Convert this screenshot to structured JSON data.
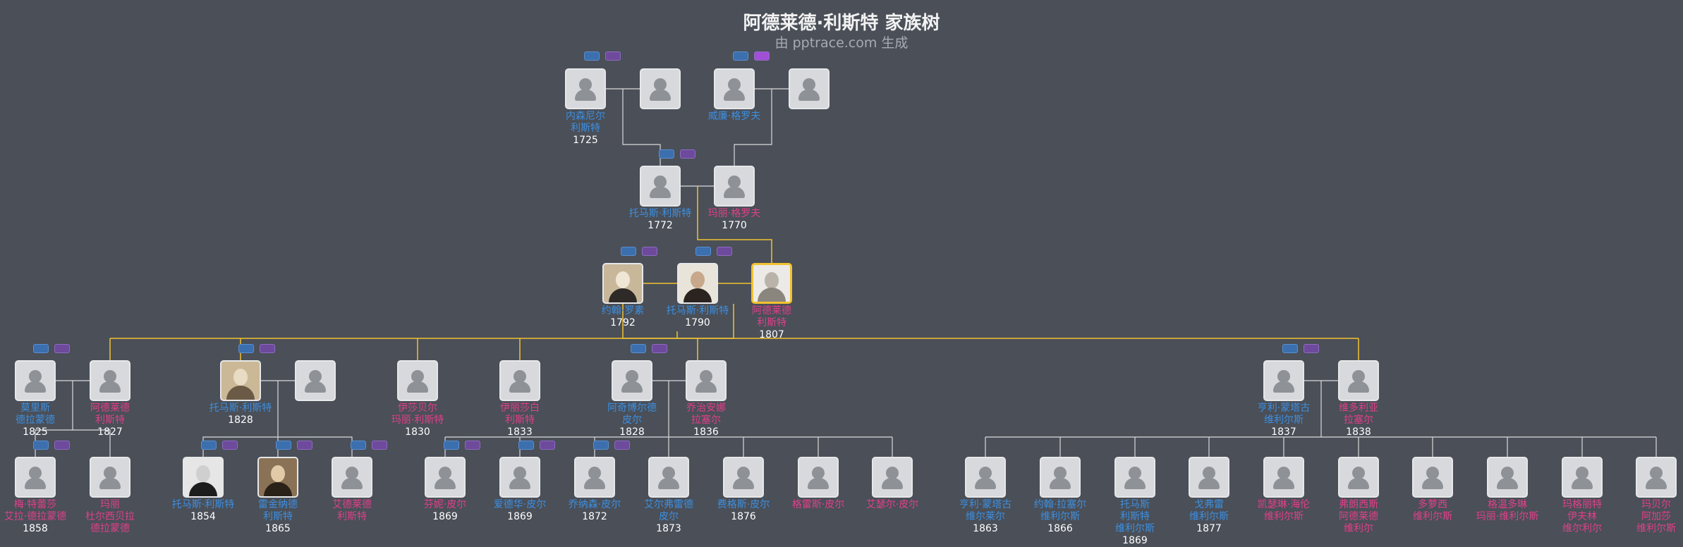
{
  "title": "阿德莱德·利斯特 家族树",
  "subtitle": "由 pptrace.com 生成",
  "people": [
    {
      "id": "p1",
      "name": [
        "内森尼尔",
        "利斯特"
      ],
      "year": "1725",
      "gender": "m",
      "photo": "none"
    },
    {
      "id": "p2",
      "name": [],
      "year": "",
      "gender": "f",
      "photo": "none"
    },
    {
      "id": "p3",
      "name": [
        "威廉·格罗夫"
      ],
      "year": "",
      "gender": "m",
      "photo": "none"
    },
    {
      "id": "p4",
      "name": [],
      "year": "",
      "gender": "f",
      "photo": "none"
    },
    {
      "id": "p5",
      "name": [
        "托马斯·利斯特"
      ],
      "year": "1772",
      "gender": "m",
      "photo": "none"
    },
    {
      "id": "p6",
      "name": [
        "玛丽·格罗夫"
      ],
      "year": "1770",
      "gender": "f",
      "photo": "none"
    },
    {
      "id": "p7",
      "name": [
        "约翰·罗素"
      ],
      "year": "1792",
      "gender": "m",
      "photo": "portrait-old-man"
    },
    {
      "id": "p8",
      "name": [
        "托马斯·利斯特"
      ],
      "year": "1790",
      "gender": "m",
      "photo": "portrait-man-oval"
    },
    {
      "id": "p9",
      "name": [
        "阿德莱德",
        "利斯特"
      ],
      "year": "1807",
      "gender": "f",
      "photo": "portrait-lady-sketch",
      "highlight": true
    },
    {
      "id": "c1",
      "name": [
        "莫里斯",
        "德拉蒙德"
      ],
      "year": "1825",
      "gender": "m",
      "photo": "none"
    },
    {
      "id": "c2",
      "name": [
        "阿德莱德",
        "利斯特"
      ],
      "year": "1827",
      "gender": "f",
      "photo": "none"
    },
    {
      "id": "c3",
      "name": [
        "托马斯·利斯特"
      ],
      "year": "1828",
      "gender": "m",
      "photo": "portrait-sepia"
    },
    {
      "id": "c4",
      "name": [],
      "year": "",
      "gender": "f",
      "photo": "none"
    },
    {
      "id": "c5",
      "name": [
        "伊莎贝尔",
        "玛丽·利斯特"
      ],
      "year": "1830",
      "gender": "f",
      "photo": "none"
    },
    {
      "id": "c6",
      "name": [
        "伊丽莎白",
        "利斯特"
      ],
      "year": "1833",
      "gender": "f",
      "photo": "none"
    },
    {
      "id": "c7",
      "name": [
        "阿奇博尔德",
        "皮尔"
      ],
      "year": "1828",
      "gender": "m",
      "photo": "none"
    },
    {
      "id": "c8",
      "name": [
        "乔治安娜",
        "拉塞尔"
      ],
      "year": "1836",
      "gender": "f",
      "photo": "none"
    },
    {
      "id": "c9",
      "name": [
        "亨利·蒙塔古",
        "维利尔斯"
      ],
      "year": "1837",
      "gender": "m",
      "photo": "none"
    },
    {
      "id": "c10",
      "name": [
        "维多利亚",
        "拉塞尔"
      ],
      "year": "1838",
      "gender": "f",
      "photo": "none"
    },
    {
      "id": "g1",
      "name": [
        "梅·特蕾莎",
        "艾拉·德拉蒙德"
      ],
      "year": "1858",
      "gender": "f",
      "photo": "none"
    },
    {
      "id": "g2",
      "name": [
        "玛丽",
        "杜尔西贝拉",
        "德拉蒙德"
      ],
      "year": "",
      "gender": "f",
      "photo": "none"
    },
    {
      "id": "g3",
      "name": [
        "托马斯·利斯特"
      ],
      "year": "1854",
      "gender": "m",
      "photo": "portrait-bw"
    },
    {
      "id": "g4",
      "name": [
        "雷金纳德",
        "利斯特"
      ],
      "year": "1865",
      "gender": "m",
      "photo": "portrait-tophat"
    },
    {
      "id": "g5",
      "name": [
        "艾德莱德",
        "利斯特"
      ],
      "year": "",
      "gender": "f",
      "photo": "none"
    },
    {
      "id": "g6",
      "name": [
        "芬妮·皮尔"
      ],
      "year": "1869",
      "gender": "f",
      "photo": "none"
    },
    {
      "id": "g7",
      "name": [
        "爱德华·皮尔"
      ],
      "year": "1869",
      "gender": "m",
      "photo": "none"
    },
    {
      "id": "g8",
      "name": [
        "乔纳森·皮尔"
      ],
      "year": "1872",
      "gender": "m",
      "photo": "none"
    },
    {
      "id": "g9",
      "name": [
        "艾尔弗雷德",
        "皮尔"
      ],
      "year": "1873",
      "gender": "m",
      "photo": "none"
    },
    {
      "id": "g10",
      "name": [
        "费格斯·皮尔"
      ],
      "year": "1876",
      "gender": "m",
      "photo": "none"
    },
    {
      "id": "g11",
      "name": [
        "格雷斯·皮尔"
      ],
      "year": "",
      "gender": "f",
      "photo": "none"
    },
    {
      "id": "g12",
      "name": [
        "艾瑟尔·皮尔"
      ],
      "year": "",
      "gender": "f",
      "photo": "none"
    },
    {
      "id": "g13",
      "name": [
        "亨利·蒙塔古",
        "维尔莱尔"
      ],
      "year": "1863",
      "gender": "m",
      "photo": "none"
    },
    {
      "id": "g14",
      "name": [
        "约翰·拉塞尔",
        "维利尔斯"
      ],
      "year": "1866",
      "gender": "m",
      "photo": "none"
    },
    {
      "id": "g15",
      "name": [
        "托马斯",
        "利斯特",
        "维利尔斯"
      ],
      "year": "1869",
      "gender": "m",
      "photo": "none"
    },
    {
      "id": "g16",
      "name": [
        "戈弗雷",
        "维利尔斯"
      ],
      "year": "1877",
      "gender": "m",
      "photo": "none"
    },
    {
      "id": "g17",
      "name": [
        "凯瑟琳·海伦",
        "维利尔斯"
      ],
      "year": "",
      "gender": "f",
      "photo": "none"
    },
    {
      "id": "g18",
      "name": [
        "弗朗西斯",
        "阿德莱德",
        "维利尔"
      ],
      "year": "",
      "gender": "f",
      "photo": "none"
    },
    {
      "id": "g19",
      "name": [
        "多萝西",
        "维利尔斯"
      ],
      "year": "",
      "gender": "f",
      "photo": "none"
    },
    {
      "id": "g20",
      "name": [
        "格温多琳",
        "玛丽·维利尔斯"
      ],
      "year": "",
      "gender": "f",
      "photo": "none"
    },
    {
      "id": "g21",
      "name": [
        "玛格丽特",
        "伊夫林",
        "维尔利尔"
      ],
      "year": "",
      "gender": "f",
      "photo": "none"
    },
    {
      "id": "g22",
      "name": [
        "玛贝尔",
        "阿加莎",
        "维利尔斯"
      ],
      "year": "",
      "gender": "f",
      "photo": "none"
    }
  ],
  "toggles": [
    {
      "id": "t1",
      "on": false
    },
    {
      "id": "t2",
      "on": false
    },
    {
      "id": "t3",
      "on": false
    },
    {
      "id": "t4",
      "on": true
    },
    {
      "id": "t5",
      "on": false
    },
    {
      "id": "t6",
      "on": false
    },
    {
      "id": "t7",
      "on": false
    },
    {
      "id": "t8",
      "on": false
    },
    {
      "id": "t9",
      "on": false
    },
    {
      "id": "t10",
      "on": false
    },
    {
      "id": "t11",
      "on": false
    },
    {
      "id": "t12",
      "on": false
    },
    {
      "id": "t13",
      "on": false
    },
    {
      "id": "t14",
      "on": false
    },
    {
      "id": "t15",
      "on": false
    },
    {
      "id": "t16",
      "on": false
    },
    {
      "id": "t17",
      "on": false
    },
    {
      "id": "t18",
      "on": false
    },
    {
      "id": "t19",
      "on": false
    },
    {
      "id": "t20",
      "on": false
    },
    {
      "id": "t21",
      "on": false
    },
    {
      "id": "t22",
      "on": false
    },
    {
      "id": "t23",
      "on": false
    },
    {
      "id": "t24",
      "on": false
    },
    {
      "id": "t25",
      "on": false
    },
    {
      "id": "t26",
      "on": false
    },
    {
      "id": "t27",
      "on": false
    },
    {
      "id": "t28",
      "on": false
    },
    {
      "id": "t29",
      "on": false
    },
    {
      "id": "t30",
      "on": false
    },
    {
      "id": "t31",
      "on": false
    },
    {
      "id": "t32",
      "on": false
    }
  ],
  "colors": {
    "background": "#4a4f58",
    "male": "#3d8fe0",
    "female": "#e0408a",
    "highlight": "#f2c230",
    "line": "#d9dadc"
  }
}
